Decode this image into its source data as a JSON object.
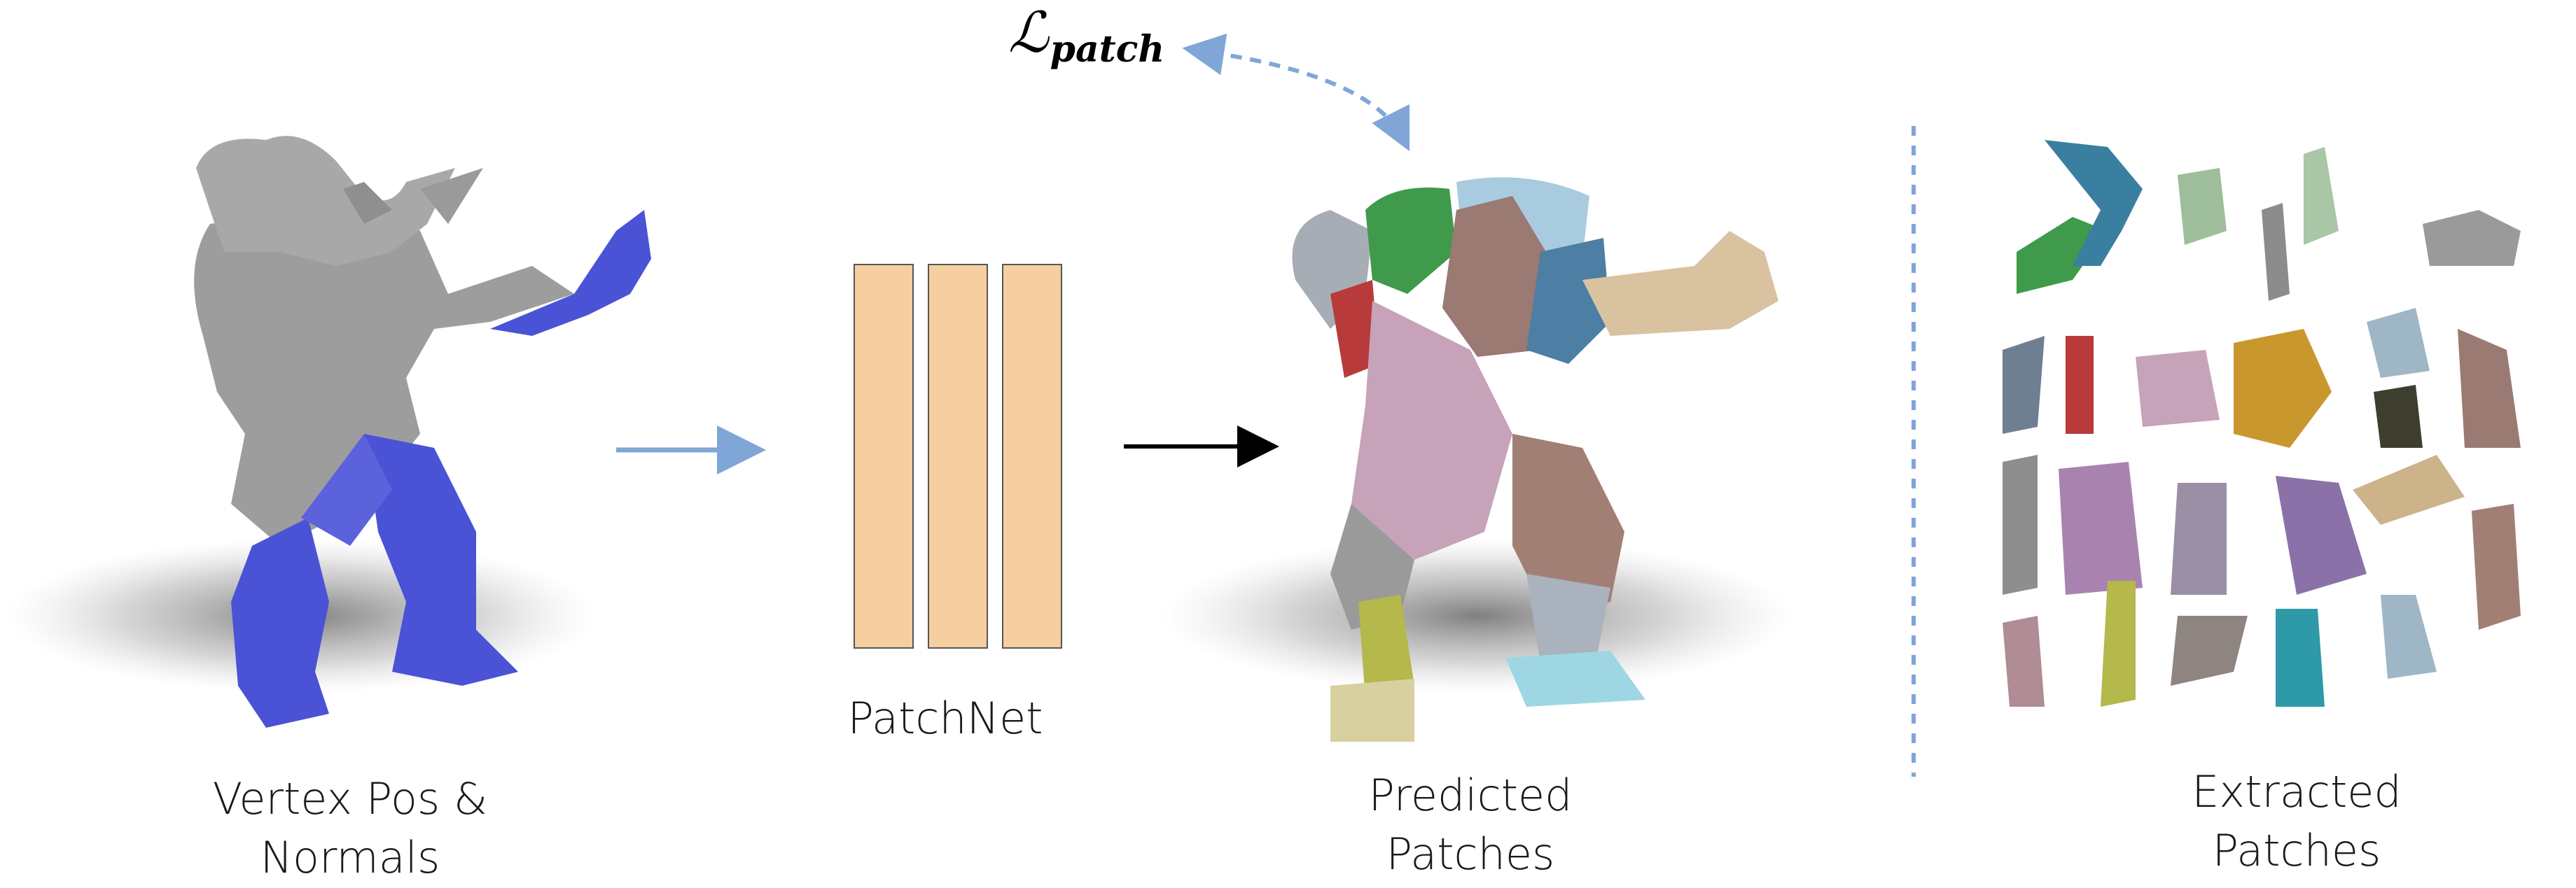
{
  "diagram": {
    "input_caption": [
      "Vertex Pos &",
      "Normals"
    ],
    "network_label": "PatchNet",
    "predicted_caption": [
      "Predicted",
      "Patches"
    ],
    "extracted_caption": [
      "Extracted",
      "Patches"
    ],
    "loss_symbol": "ℒ",
    "loss_subscript": "patch"
  },
  "colors": {
    "layer_fill": "#f5cfa0",
    "layer_stroke": "#555555",
    "arrow_blue": "#7fa6d6",
    "arrow_black": "#000000",
    "mesh_gray": "#9d9d9d",
    "normals_blue": "#4a52d6",
    "divider": "#7fa6d6",
    "patch_palette": [
      "#3f9a4c",
      "#3b7fa0",
      "#9ebd9a",
      "#a9c6a6",
      "#8c8c8c",
      "#6f7f92",
      "#b83a3a",
      "#c6a3b8",
      "#c8972e",
      "#3e3e2e",
      "#9a7a72",
      "#9a9a9a",
      "#a983b0",
      "#9b8fa6",
      "#8a72a8",
      "#cdb38a",
      "#a17f74",
      "#b08c94",
      "#b5b84a",
      "#8e8580",
      "#2e9aa8",
      "#9fb6c6",
      "#c2a888",
      "#d9c2a0"
    ]
  }
}
